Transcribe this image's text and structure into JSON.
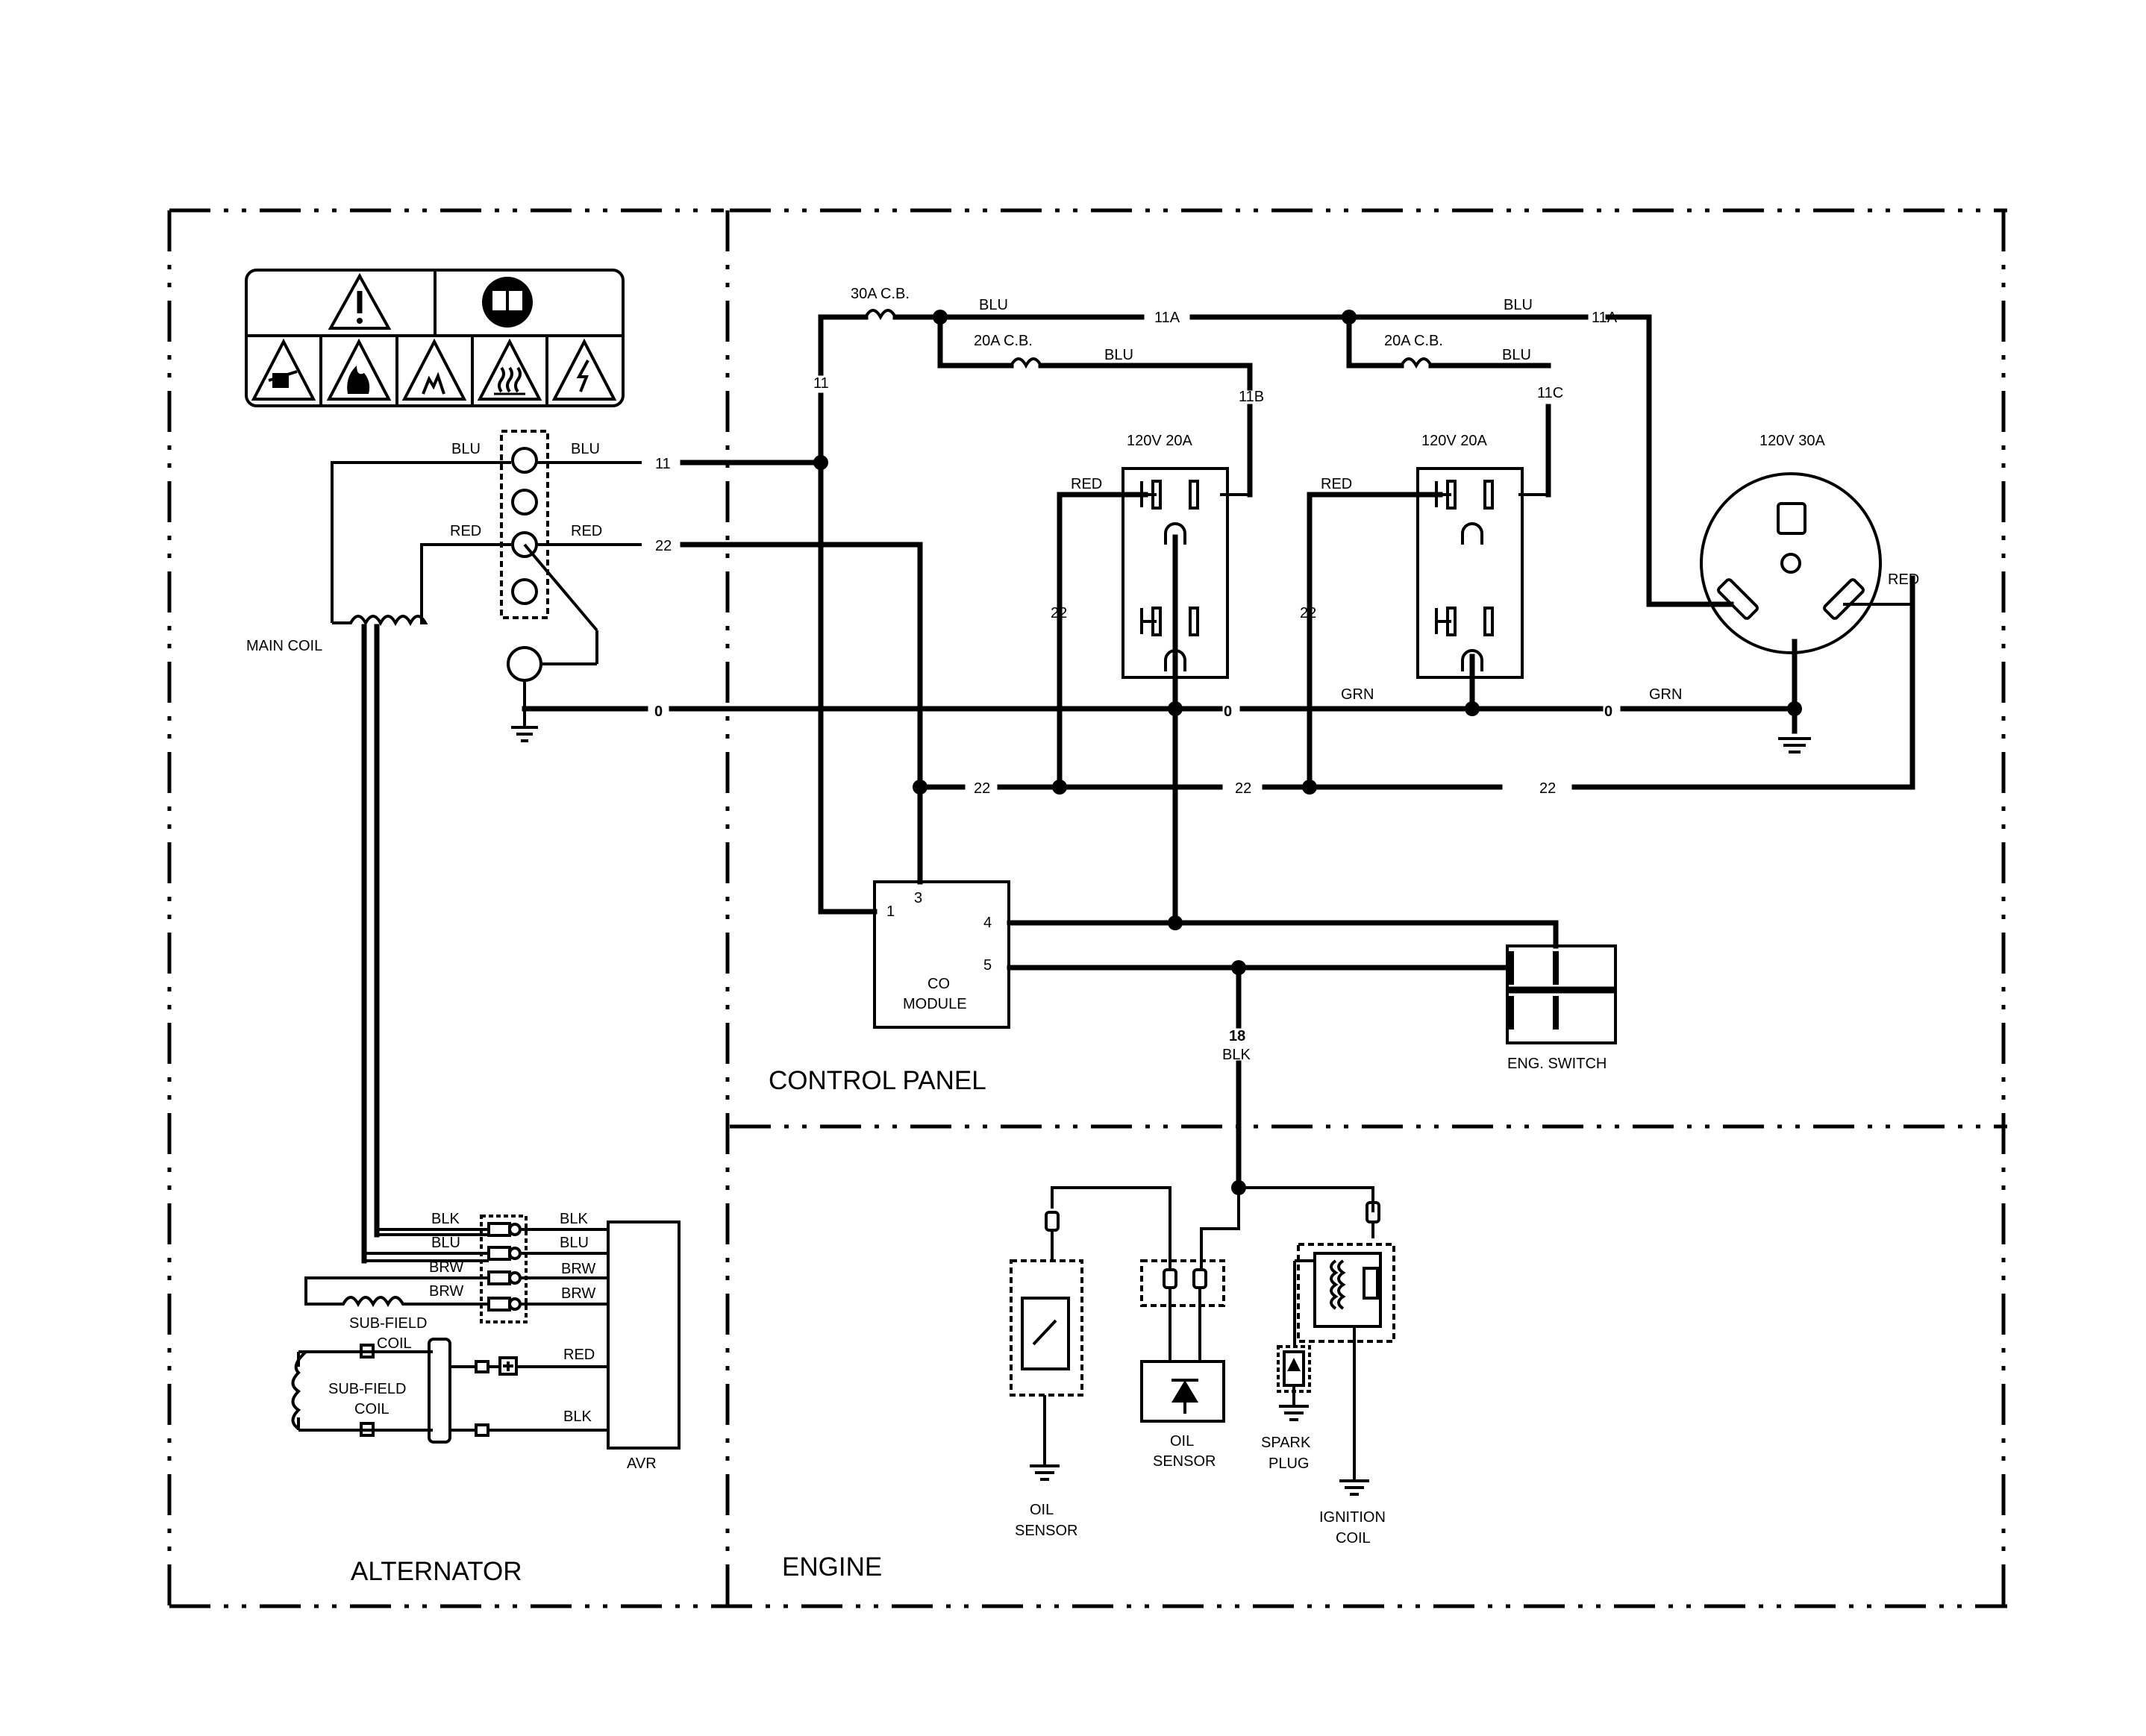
{
  "sections": {
    "alternator": "ALTERNATOR",
    "control_panel": "CONTROL PANEL",
    "engine": "ENGINE"
  },
  "components": {
    "main_coil": "MAIN COIL",
    "breaker_30a": "30A C.B.",
    "breaker_20a_1": "20A C.B.",
    "breaker_20a_2": "20A C.B.",
    "outlet_1": "120V 20A",
    "outlet_2": "120V 20A",
    "outlet_30a": "120V 30A",
    "co_module": [
      "CO",
      "MODULE"
    ],
    "co_pins": [
      "1",
      "3",
      "4",
      "5"
    ],
    "eng_switch": "ENG. SWITCH",
    "avr": "AVR",
    "sub_field_coil_1": [
      "SUB-FIELD",
      "COIL"
    ],
    "sub_field_coil_2": [
      "SUB-FIELD",
      "COIL"
    ],
    "oil_sensor_1": [
      "OIL",
      "SENSOR"
    ],
    "oil_sensor_2": [
      "OIL",
      "SENSOR"
    ],
    "spark_plug": [
      "SPARK",
      "PLUG"
    ],
    "ignition_coil": [
      "IGNITION",
      "COIL"
    ]
  },
  "wire_labels": {
    "blu_main_left": "BLU",
    "blu_main_right": "BLU",
    "red_main_left": "RED",
    "red_main_right": "RED",
    "w11_term": "11",
    "w22_term": "22",
    "w0_term": "0",
    "w11_vertical": "11",
    "blu_top_1": "BLU",
    "w11a_1": "11A",
    "blu_top_2": "BLU",
    "w11a_2": "11A",
    "blu_20a_1": "BLU",
    "w11b": "11B",
    "blu_20a_2": "BLU",
    "w11c": "11C",
    "red_o1": "RED",
    "red_o2": "RED",
    "red_30a": "RED",
    "w22_o1": "22",
    "w22_o2": "22",
    "w0_mid": "0",
    "grn_1": "GRN",
    "w0_right": "0",
    "grn_2": "GRN",
    "w22_bus_1": "22",
    "w22_bus_2": "22",
    "w22_bus_3": "22",
    "w18": "18",
    "blk_18": "BLK",
    "avr_blk_l": "BLK",
    "avr_blk_r": "BLK",
    "avr_blu_l": "BLU",
    "avr_blu_r": "BLU",
    "avr_brw_l1": "BRW",
    "avr_brw_r1": "BRW",
    "avr_brw_l2": "BRW",
    "avr_brw_r2": "BRW",
    "avr_red": "RED",
    "avr_blk2": "BLK"
  },
  "icons": [
    "warning-triangle-icon",
    "read-manual-icon",
    "explosion-hazard-icon",
    "fire-hazard-icon",
    "shock-hazard-icon",
    "hot-surface-icon",
    "high-voltage-icon"
  ]
}
